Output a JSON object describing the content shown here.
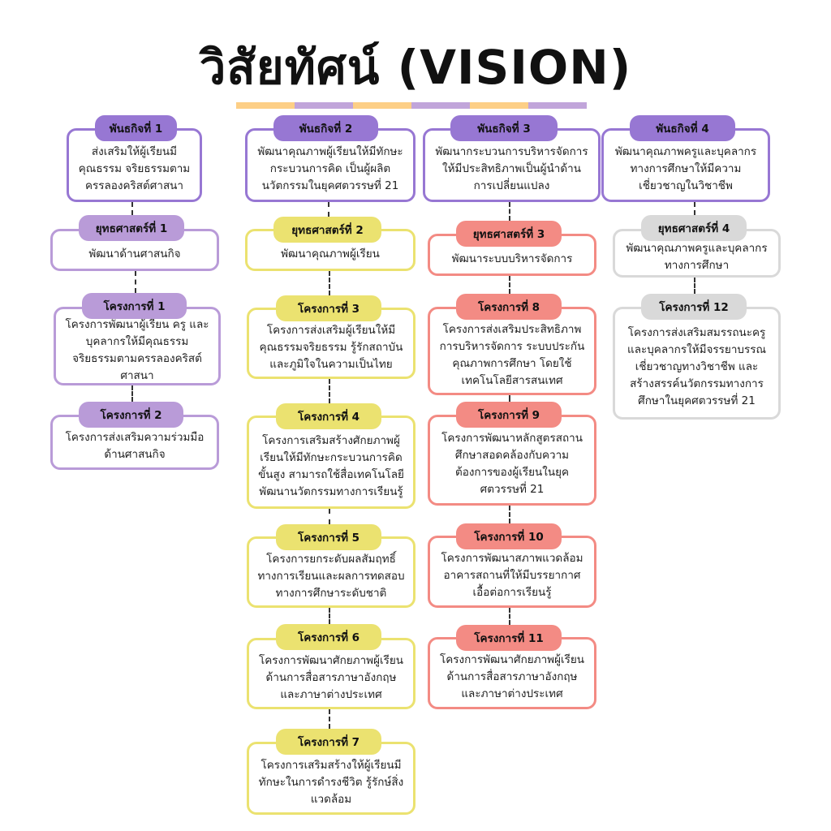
{
  "title": "วิสัยทัศน์ (VISION)",
  "colors": {
    "mission": "#9777d3",
    "purple_light": "#b99bd8",
    "yellow": "#ebe270",
    "coral": "#f38b84",
    "grey": "#d9d9d9",
    "bar_orange": "#fdcf86",
    "bar_purple": "#c1a5da"
  },
  "bar_segments": [
    "orange",
    "purple",
    "orange",
    "purple",
    "orange",
    "purple"
  ],
  "nodes": [
    {
      "id": "m1",
      "label": "พันธกิจที่ 1",
      "text": "ส่งเสริมให้ผู้เรียนมีคุณธรรม จริยธรรมตามครรลองคริสต์ศาสนา",
      "color": "mission"
    },
    {
      "id": "s1",
      "label": "ยุทธศาสตร์ที่ 1",
      "text": "พัฒนาด้านศาสนกิจ",
      "color": "purple_light"
    },
    {
      "id": "p1",
      "label": "โครงการที่ 1",
      "text": "โครงการพัฒนาผู้เรียน ครู และบุคลากรให้มีคุณธรรมจริยธรรมตามครรลองคริสต์ศาสนา",
      "color": "purple_light"
    },
    {
      "id": "p2",
      "label": "โครงการที่ 2",
      "text": "โครงการส่งเสริมความร่วมมือด้านศาสนกิจ",
      "color": "purple_light"
    },
    {
      "id": "m2",
      "label": "พันธกิจที่ 2",
      "text": "พัฒนาคุณภาพผู้เรียนให้มีทักษะกระบวนการคิด เป็นผู้ผลิตนวัตกรรมในยุคศตวรรษที่ 21",
      "color": "mission"
    },
    {
      "id": "s2",
      "label": "ยุทธศาสตร์ที่ 2",
      "text": "พัฒนาคุณภาพผู้เรียน",
      "color": "yellow"
    },
    {
      "id": "p3",
      "label": "โครงการที่ 3",
      "text": "โครงการส่งเสริมผู้เรียนให้มีคุณธรรมจริยธรรม รู้รักสถาบันและภูมิใจในความเป็นไทย",
      "color": "yellow"
    },
    {
      "id": "p4",
      "label": "โครงการที่ 4",
      "text": "โครงการเสริมสร้างศักยภาพผู้เรียนให้มีทักษะกระบวนการคิดขั้นสูง สามารถใช้สื่อเทคโนโลยีพัฒนานวัตกรรมทางการเรียนรู้",
      "color": "yellow"
    },
    {
      "id": "p5",
      "label": "โครงการที่ 5",
      "text": "โครงการยกระดับผลสัมฤทธิ์ทางการเรียนและผลการทดสอบทางการศึกษาระดับชาติ",
      "color": "yellow"
    },
    {
      "id": "p6",
      "label": "โครงการที่ 6",
      "text": "โครงการพัฒนาศักยภาพผู้เรียนด้านการสื่อสารภาษาอังกฤษและภาษาต่างประเทศ",
      "color": "yellow"
    },
    {
      "id": "p7",
      "label": "โครงการที่ 7",
      "text": "โครงการเสริมสร้างให้ผู้เรียนมีทักษะในการดำรงชีวิต รู้รักษ์สิ่งแวดล้อม",
      "color": "yellow"
    },
    {
      "id": "m3",
      "label": "พันธกิจที่ 3",
      "text": "พัฒนากระบวนการบริหารจัดการให้มีประสิทธิภาพเป็นผู้นำด้านการเปลี่ยนแปลง",
      "color": "mission"
    },
    {
      "id": "s3",
      "label": "ยุทธศาสตร์ที่ 3",
      "text": "พัฒนาระบบบริหารจัดการ",
      "color": "coral"
    },
    {
      "id": "p8",
      "label": "โครงการที่ 8",
      "text": "โครงการส่งเสริมประสิทธิภาพการบริหารจัดการ ระบบประกันคุณภาพการศึกษา โดยใช้เทคโนโลยีสารสนเทศ",
      "color": "coral"
    },
    {
      "id": "p9",
      "label": "โครงการที่ 9",
      "text": "โครงการพัฒนาหลักสูตรสถานศึกษาสอดคล้องกับความต้องการของผู้เรียนในยุคศตวรรษที่ 21",
      "color": "coral"
    },
    {
      "id": "p10",
      "label": "โครงการที่ 10",
      "text": "โครงการพัฒนาสภาพแวดล้อมอาคารสถานที่ให้มีบรรยากาศเอื้อต่อการเรียนรู้",
      "color": "coral"
    },
    {
      "id": "p11",
      "label": "โครงการที่ 11",
      "text": "โครงการพัฒนาศักยภาพผู้เรียนด้านการสื่อสารภาษาอังกฤษและภาษาต่างประเทศ",
      "color": "coral"
    },
    {
      "id": "m4",
      "label": "พันธกิจที่ 4",
      "text": "พัฒนาคุณภาพครูและบุคลากรทางการศึกษาให้มีความเชี่ยวชาญในวิชาชีพ",
      "color": "mission"
    },
    {
      "id": "s4",
      "label": "ยุทธศาสตร์ที่ 4",
      "text": "พัฒนาคุณภาพครูและบุคลากรทางการศึกษา",
      "color": "grey"
    },
    {
      "id": "p12",
      "label": "โครงการที่ 12",
      "text": "โครงการส่งเสริมสมรรถนะครูและบุคลากรให้มีจรรยาบรรณ เชี่ยวชาญทางวิชาชีพ และสร้างสรรค์นวัตกรรมทางการศึกษาในยุคศตวรรษที่ 21",
      "color": "grey"
    }
  ]
}
